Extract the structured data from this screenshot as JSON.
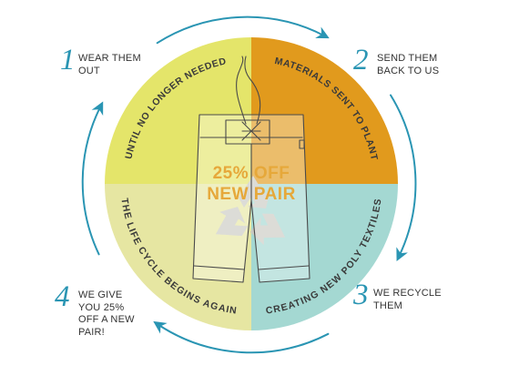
{
  "colors": {
    "q1": "#e4e56a",
    "q2": "#e19a1d",
    "q3": "#a4d8d2",
    "q4": "#e6e6a2",
    "arrow": "#2a95b3",
    "offer": "#e6a83a",
    "recycle": "#c9c9c2"
  },
  "quadrants": [
    {
      "label": "UNTIL NO LONGER NEEDED"
    },
    {
      "label": "MATERIALS SENT TO PLANT"
    },
    {
      "label": "CREATING NEW POLY TEXTILES"
    },
    {
      "label": "THE LIFE CYCLE BEGINS AGAIN"
    }
  ],
  "steps": [
    {
      "number": "1",
      "lines": [
        "WEAR THEM",
        "OUT"
      ]
    },
    {
      "number": "2",
      "lines": [
        "SEND THEM",
        "BACK TO US"
      ]
    },
    {
      "number": "3",
      "lines": [
        "WE RECYCLE",
        "THEM"
      ]
    },
    {
      "number": "4",
      "lines": [
        "WE GIVE",
        "YOU 25%",
        "OFF A NEW",
        "PAIR!"
      ]
    }
  ],
  "offer": {
    "line1": "25% OFF",
    "line2": "NEW PAIR"
  },
  "icons": {
    "center": "recycle-icon",
    "product": "board-shorts-illustration"
  }
}
